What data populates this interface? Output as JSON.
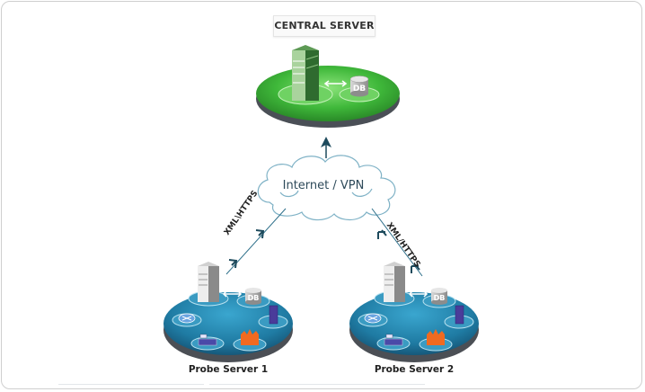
{
  "title": "CENTRAL SERVER",
  "cloud": {
    "label": "Internet / VPN",
    "icon": "cloud-icon"
  },
  "central": {
    "db_label": "DB",
    "platform_color": "#3fb83a",
    "server_color": "#2f6b2f"
  },
  "links": [
    {
      "label": "XML\\HTTPS",
      "from": "Probe Server 1",
      "to": "Internet / VPN"
    },
    {
      "label": "XML/HTTPS",
      "from": "Probe Server 2",
      "to": "Internet / VPN"
    }
  ],
  "probes": [
    {
      "name": "Probe Server 1",
      "db_label": "DB",
      "devices": [
        "server-icon",
        "database-icon",
        "router-icon",
        "rack-server-icon",
        "switch-icon",
        "firewall-icon"
      ]
    },
    {
      "name": "Probe Server 2",
      "db_label": "DB",
      "devices": [
        "server-icon",
        "database-icon",
        "router-icon",
        "rack-server-icon",
        "switch-icon",
        "firewall-icon"
      ]
    }
  ],
  "colors": {
    "probe_platform": "#1f7ba3",
    "arrow": "#1d4a5c",
    "firewall": "#f06a20"
  }
}
